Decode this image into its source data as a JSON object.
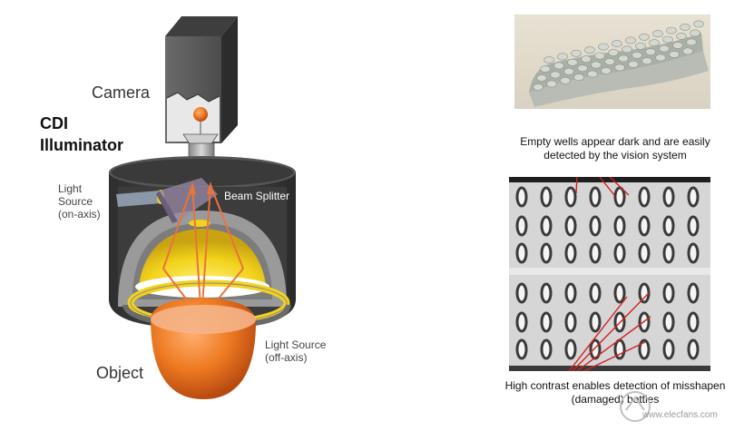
{
  "diagram": {
    "camera_label": "Camera",
    "illuminator_label_line1": "CDI",
    "illuminator_label_line2": "Illuminator",
    "light_source_on_axis": [
      "Light",
      "Source",
      "(on-axis)"
    ],
    "beam_splitter_label": "Beam Splitter",
    "light_source_off_axis": [
      "Light Source",
      "(off-axis)"
    ],
    "object_label": "Object",
    "colors": {
      "camera_body": "#5a5a5a",
      "housing": "#3c3c3c",
      "dome_yellow": "#f2d21c",
      "object_orange": "#e8701c",
      "rays": "#e8743a"
    }
  },
  "inspection": {
    "caption_top": "Empty wells appear dark and are easily detected by the vision system",
    "caption_bottom": "High contrast enables detection of misshapen (damaged) bottles",
    "annotation_color": "#d42020"
  },
  "watermark": {
    "text": "www.elecfans.com",
    "logo": "elecfans-logo-icon"
  }
}
